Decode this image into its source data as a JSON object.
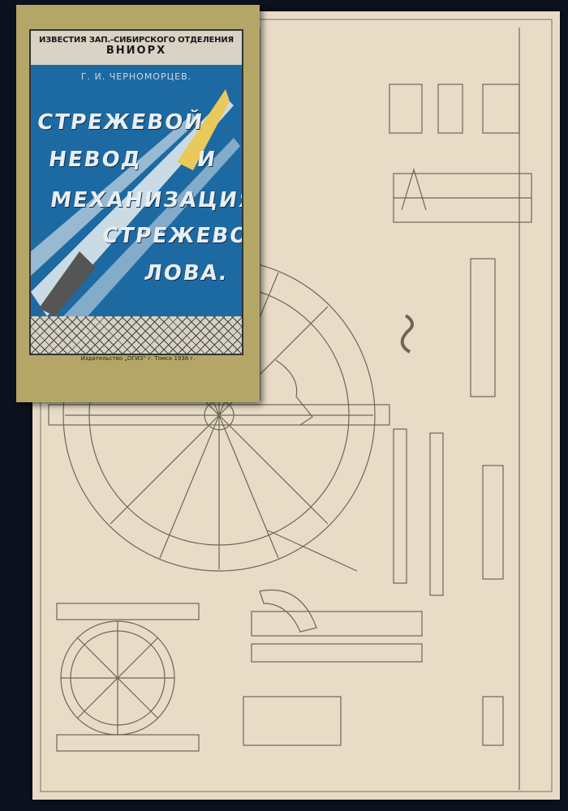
{
  "cover": {
    "series": "ИЗВЕСТИЯ ЗАП.-СИБИРСКОГО ОТДЕЛЕНИЯ",
    "institute": "ВНИОРХ",
    "author": "Г. И. ЧЕРНОМОРЦЕВ.",
    "title_lines": [
      "СТРЕЖЕВОЙ",
      "НЕВОД",
      "И",
      "МЕХАНИЗАЦИЯ",
      "СТРЕЖЕВОГО",
      "ЛОВА."
    ],
    "publisher": "Издательство „ОГИЗ“ г. Томск 1936 г."
  },
  "colors": {
    "background": "#0d1220",
    "sheet": "#e8dcc6",
    "cover": "#b4a667",
    "cover_blue": "#1d6aa2"
  }
}
